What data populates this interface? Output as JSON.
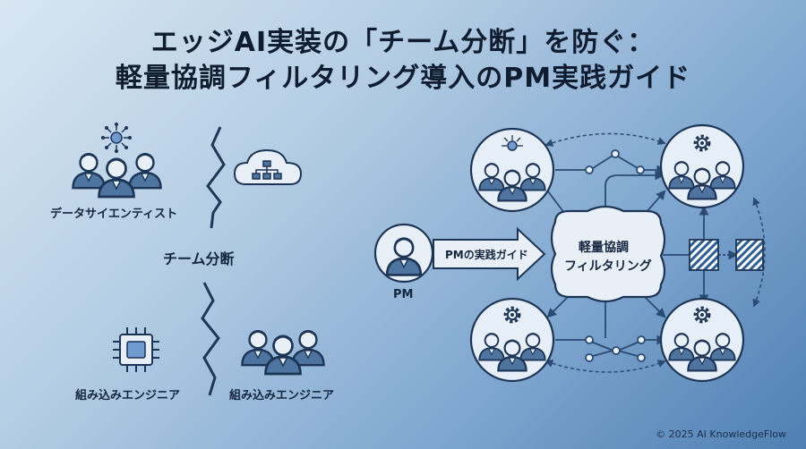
{
  "title": {
    "line1": "エッジAI実装の「チーム分断」を防ぐ：",
    "line2": "軽量協調フィルタリング導入のPM実践ガイド"
  },
  "left": {
    "data_scientist_label": "データサイエンティスト",
    "team_split_label": "チーム分断",
    "embedded_label_1": "組み込みエンジニア",
    "embedded_label_2": "組み込みエンジニア"
  },
  "right": {
    "pm_label": "PM",
    "pm_guide_label": "PMの実践ガイド",
    "center_line1": "軽量協調",
    "center_line2": "フィルタリング"
  },
  "footer": {
    "copyright": "© 2025 AI KnowledgeFlow"
  },
  "colors": {
    "ink": "#1c3556",
    "node_fill": "#e6eef7",
    "accent": "#5b88c0"
  }
}
